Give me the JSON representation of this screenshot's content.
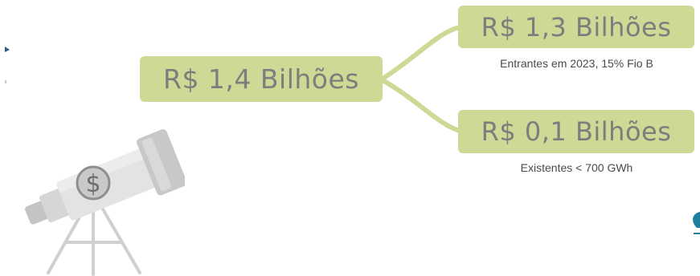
{
  "diagram": {
    "total": {
      "value": "R$ 1,4 Bilhões"
    },
    "branches": [
      {
        "value": "R$ 1,3 Bilhões",
        "caption": "Entrantes em 2023, 15% Fio B"
      },
      {
        "value": "R$ 0,1 Bilhões",
        "caption": "Existentes < 700 GWh"
      }
    ],
    "illustration": {
      "icon": "telescope-icon",
      "symbol": "$"
    }
  },
  "colors": {
    "box_fill": "#cfd995",
    "box_text": "#7d7d7d",
    "connector": "#cfd995",
    "caption_text": "#4a4a4a",
    "telescope_body": "#d9d9d9",
    "telescope_dark": "#b3b3b3",
    "edge_accent": "#2e5c8a",
    "logo_accent": "#1f7f9e"
  }
}
